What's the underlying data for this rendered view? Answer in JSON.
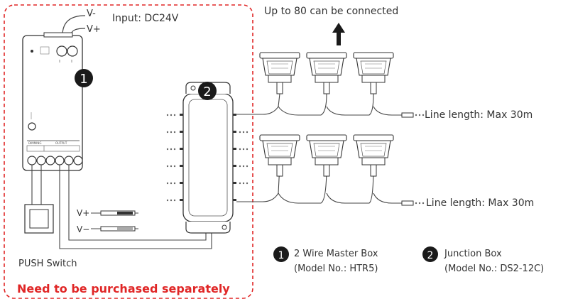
{
  "power": {
    "input_label": "Input: DC24V",
    "vminus": "V-",
    "vplus": "V+"
  },
  "top_note": "Up to 80 can be connected",
  "lines": [
    {
      "label": "Line length: Max 30m"
    },
    {
      "label": "Line length: Max 30m"
    }
  ],
  "master_box": {
    "badge": "1",
    "dimming_label": "DIMMING",
    "output_label": "OUTPUT"
  },
  "junction_box": {
    "badge": "2"
  },
  "wiring": {
    "vplus": "V+",
    "vminus": "V−"
  },
  "push_switch_label": "PUSH Switch",
  "purchase_note": "Need to be purchased separately",
  "legend": [
    {
      "number": "1",
      "name": "2 Wire Master Box",
      "model": "(Model No.: HTR5)"
    },
    {
      "number": "2",
      "name": "Junction Box",
      "model": "(Model No.: DS2-12C)"
    }
  ],
  "colors": {
    "dashed_border": "#e02626",
    "accent_text": "#e02626",
    "line": "#444444"
  }
}
